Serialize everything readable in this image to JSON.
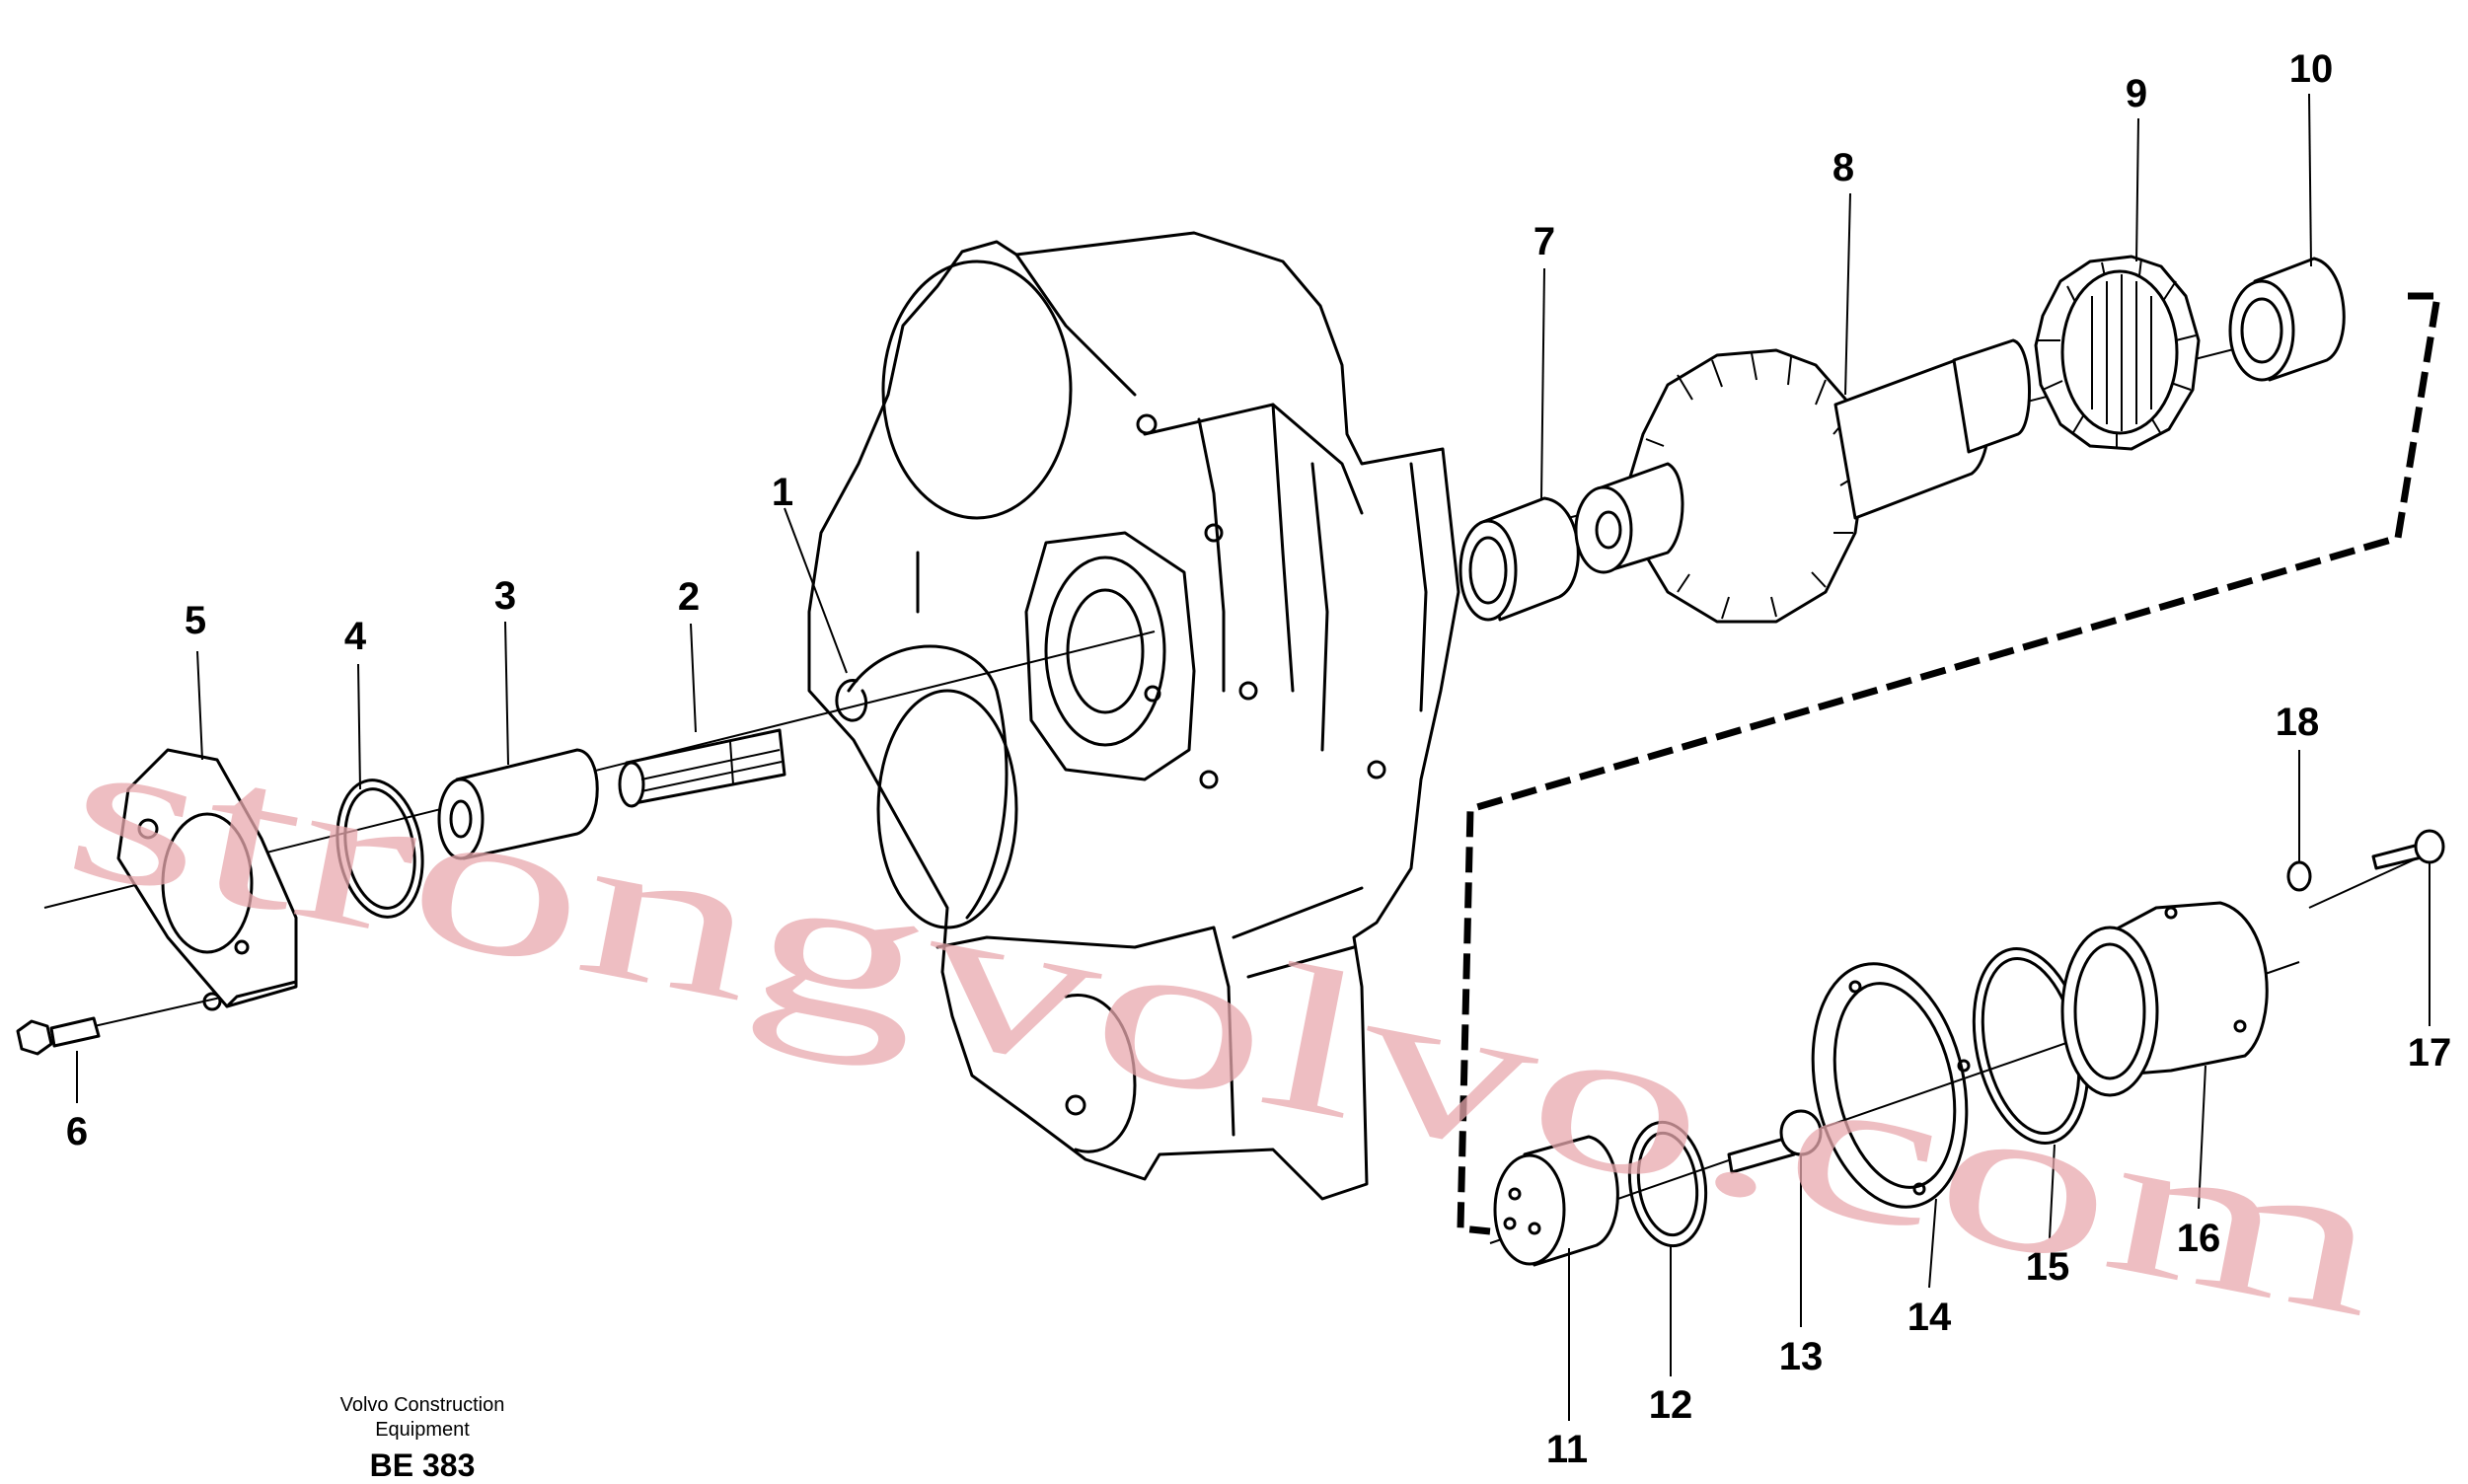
{
  "parts": [
    {
      "id": "p1",
      "label": "1"
    },
    {
      "id": "p2",
      "label": "2"
    },
    {
      "id": "p3",
      "label": "3"
    },
    {
      "id": "p4",
      "label": "4"
    },
    {
      "id": "p5",
      "label": "5"
    },
    {
      "id": "p6",
      "label": "6"
    },
    {
      "id": "p7",
      "label": "7"
    },
    {
      "id": "p8",
      "label": "8"
    },
    {
      "id": "p9",
      "label": "9"
    },
    {
      "id": "p10",
      "label": "10"
    },
    {
      "id": "p11",
      "label": "11"
    },
    {
      "id": "p12",
      "label": "12"
    },
    {
      "id": "p13",
      "label": "13"
    },
    {
      "id": "p14",
      "label": "14"
    },
    {
      "id": "p15",
      "label": "15"
    },
    {
      "id": "p16",
      "label": "16"
    },
    {
      "id": "p17",
      "label": "17"
    },
    {
      "id": "p18",
      "label": "18"
    }
  ],
  "footer": {
    "company_line1": "Volvo Construction",
    "company_line2": "Equipment",
    "code": "BE 383"
  },
  "watermark": "strongvolvo.com"
}
